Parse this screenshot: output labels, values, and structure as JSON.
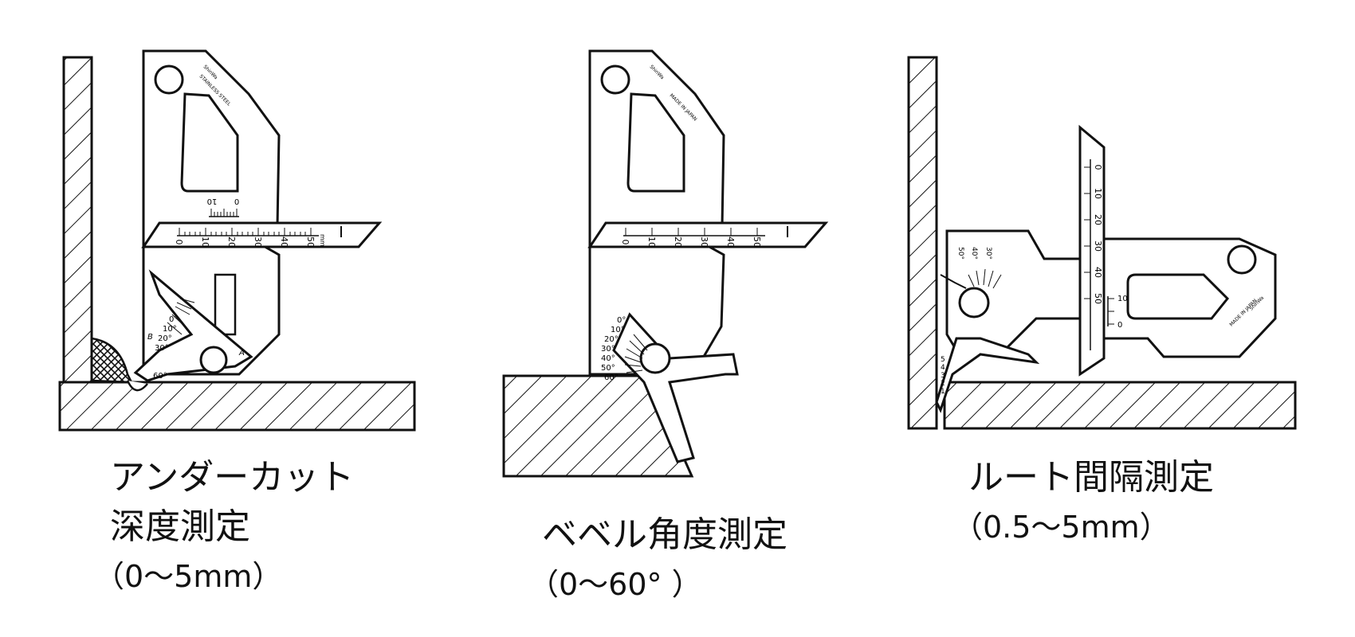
{
  "panels": [
    {
      "caption_line1": "アンダーカット",
      "caption_line2": "深度測定",
      "caption_range": "（0～5mm）"
    },
    {
      "caption_line1": "ベベル角度測定",
      "caption_range": "（0～60° ）"
    },
    {
      "caption_line1": "ルート間隔測定",
      "caption_range": "（0.5～5mm）"
    }
  ],
  "gauge": {
    "scale_numbers": [
      "0",
      "10",
      "20",
      "30",
      "40",
      "50"
    ],
    "small_scale_numbers": [
      "0",
      "10"
    ],
    "angle_marks": [
      "0°",
      "10°",
      "20°",
      "30°",
      "40°",
      "50°",
      "60°"
    ],
    "unit_label": "mm",
    "marking_brand": "ShinWa",
    "marking_material": "STAINLESS STEEL",
    "marking_origin": "MADE IN JAPAN",
    "root_gap_steps": [
      "1",
      "2",
      "3",
      "4",
      "5"
    ],
    "symbol_a": "A",
    "symbol_b": "B"
  },
  "colors": {
    "line": "#111111",
    "background": "#ffffff"
  }
}
